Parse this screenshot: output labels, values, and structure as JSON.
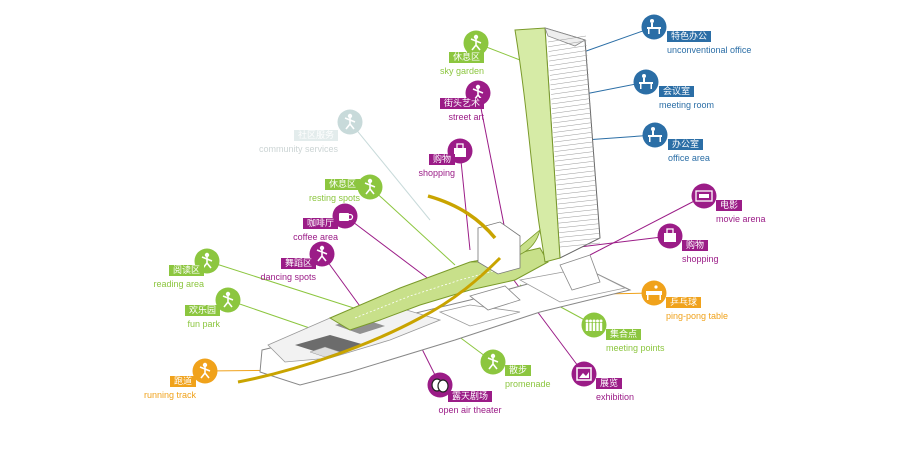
{
  "colors": {
    "green": "#8cc63f",
    "purple": "#9b1c87",
    "blue": "#2b6ea6",
    "orange": "#f0a21b",
    "faded": "#c8dada",
    "building": "#dcefb4",
    "path": "#c9a400"
  },
  "labels": [
    {
      "id": "sky-garden",
      "cn": "休息区",
      "en": "sky garden",
      "color": "green",
      "icon": "tree-icon"
    },
    {
      "id": "street-art",
      "cn": "街头艺术",
      "en": "street art",
      "color": "purple",
      "icon": "juggler-icon"
    },
    {
      "id": "community-services",
      "cn": "社区服务",
      "en": "community services",
      "color": "faded",
      "icon": "family-icon"
    },
    {
      "id": "shopping-upper",
      "cn": "购物",
      "en": "shopping",
      "color": "purple",
      "icon": "shopping-bag-icon"
    },
    {
      "id": "resting-spots",
      "cn": "休息区",
      "en": "resting spots",
      "color": "green",
      "icon": "lounge-chair-icon"
    },
    {
      "id": "coffee-area",
      "cn": "咖啡厅",
      "en": "coffee area",
      "color": "purple",
      "icon": "coffee-cup-icon"
    },
    {
      "id": "dancing-spots",
      "cn": "舞蹈区",
      "en": "dancing  spots",
      "color": "purple",
      "icon": "dancer-icon"
    },
    {
      "id": "reading-area",
      "cn": "阅读区",
      "en": "reading area",
      "color": "green",
      "icon": "reader-icon"
    },
    {
      "id": "fun-park",
      "cn": "欢乐园",
      "en": "fun park",
      "color": "green",
      "icon": "play-icon"
    },
    {
      "id": "running-track",
      "cn": "跑道",
      "en": "running track",
      "color": "orange",
      "icon": "runner-icon"
    },
    {
      "id": "open-air-theater",
      "cn": "露天剧场",
      "en": "open air theater",
      "color": "purple",
      "icon": "theater-masks-icon"
    },
    {
      "id": "promenade",
      "cn": "散步",
      "en": "promenade",
      "color": "green",
      "icon": "walker-icon"
    },
    {
      "id": "exhibition",
      "cn": "展览",
      "en": "exhibition",
      "color": "purple",
      "icon": "picture-frame-icon"
    },
    {
      "id": "meeting-points",
      "cn": "集合点",
      "en": "meeting points",
      "color": "green",
      "icon": "people-group-icon"
    },
    {
      "id": "ping-pong-table",
      "cn": "乒乓球",
      "en": "ping-pong table",
      "color": "orange",
      "icon": "ping-pong-icon"
    },
    {
      "id": "shopping-lower",
      "cn": "购物",
      "en": "shopping",
      "color": "purple",
      "icon": "shopping-bag-icon"
    },
    {
      "id": "movie-arena",
      "cn": "电影",
      "en": "movie arena",
      "color": "purple",
      "icon": "cinema-icon"
    },
    {
      "id": "office-area",
      "cn": "办公室",
      "en": "office area",
      "color": "blue",
      "icon": "office-desk-icon"
    },
    {
      "id": "meeting-room",
      "cn": "会议室",
      "en": "meeting room",
      "color": "blue",
      "icon": "meeting-table-icon"
    },
    {
      "id": "unconventional-office",
      "cn": "特色办公",
      "en": "unconventional office",
      "color": "blue",
      "icon": "office-chair-icon"
    }
  ]
}
